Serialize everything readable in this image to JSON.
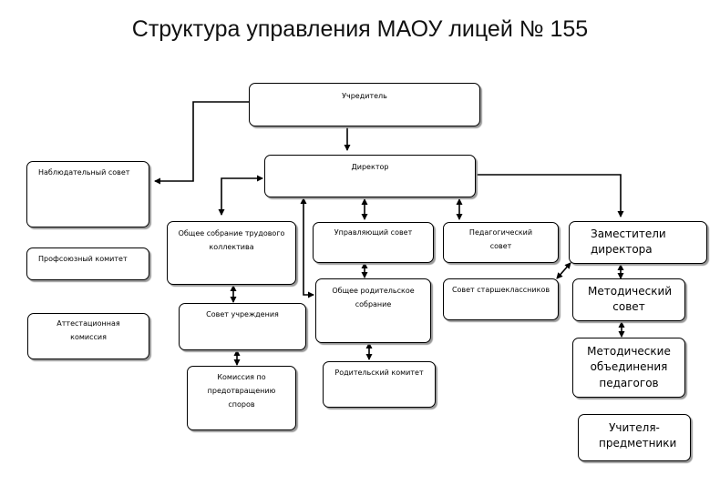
{
  "title": "Структура управления МАОУ лицей № 155",
  "colors": {
    "line": "#000000",
    "box_border": "#000000",
    "box_shadow": "#9a9a9a",
    "background": "#ffffff"
  },
  "nodes": {
    "founder": "Учредитель",
    "director": "Директор",
    "supervisory_board": "Наблюдательный совет",
    "trade_union": "Профсоюзный комитет",
    "attestation": "Аттестационная комиссия",
    "general_meeting": "Общее собрание трудового коллектива",
    "governing_council": "Управляющий совет",
    "pedagogical_council": "Педагогический совет",
    "deputy_directors": "Заместители директора",
    "institution_council": "Совет учреждения",
    "parents_meeting": "Общее родительское собрание",
    "senior_students_council": "Совет старшеклассников",
    "methodical_council": "Методический совет",
    "dispute_commission": "Комиссия по предотвращению споров",
    "parents_committee": "Родительский комитет",
    "methodical_associations": "Методические объединения педагогов",
    "subject_teachers": "Учителя-предметники"
  }
}
